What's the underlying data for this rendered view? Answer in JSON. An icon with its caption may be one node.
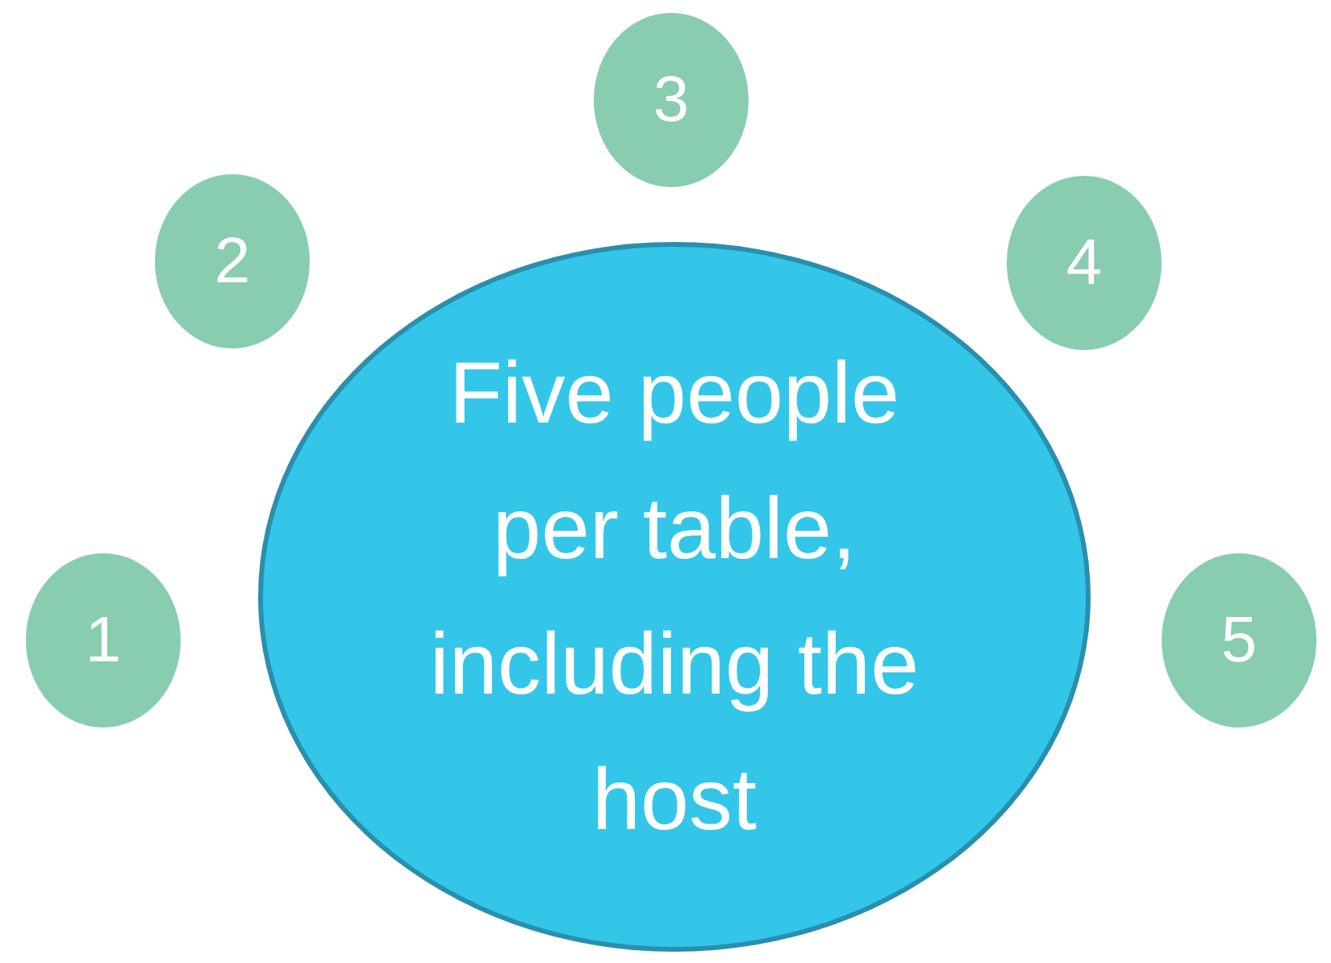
{
  "diagram": {
    "nodes": [
      {
        "text": [
          "Five people per table, including the host"
        ]
      },
      {
        "text": [
          "1"
        ]
      },
      {
        "text": [
          "2"
        ]
      },
      {
        "text": [
          "3"
        ]
      },
      {
        "text": [
          "4"
        ]
      },
      {
        "text": [
          "5"
        ]
      }
    ]
  }
}
